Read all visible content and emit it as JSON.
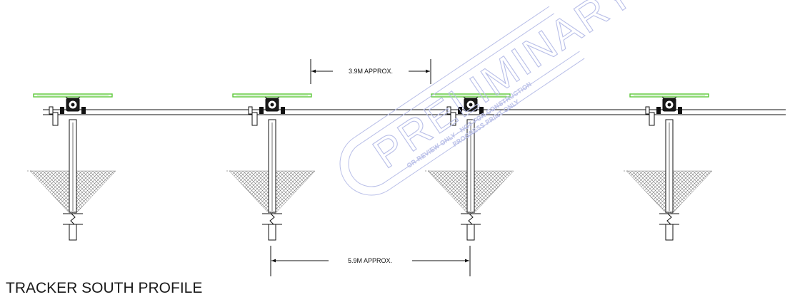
{
  "caption": "TRACKER SOUTH PROFILE",
  "dimensions": {
    "panel_gap": "3.9M APPROX.",
    "pile_spacing": "5.9M APPROX."
  },
  "watermark": {
    "main": "PRELIMINARY PR",
    "line1": "OR REVIEW ONLY - NOT FOR CONSTRUCTION",
    "line2": "PROGRESS PRINT ONLY"
  },
  "colors": {
    "module": "#5ec93a",
    "linework": "#111111",
    "watermark": "#b9bfe8"
  }
}
